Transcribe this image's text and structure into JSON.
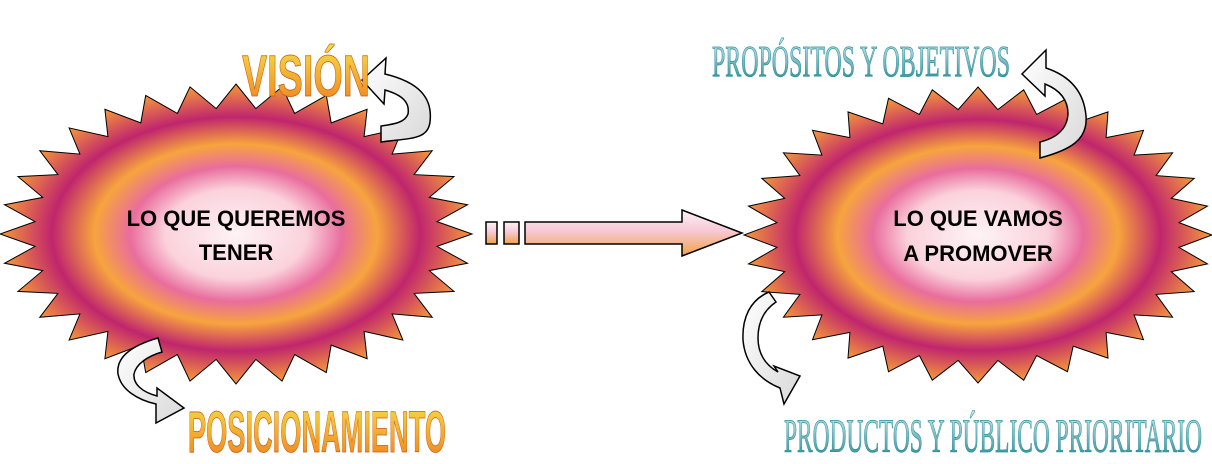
{
  "left_burst": {
    "line1": "LO QUE QUEREMOS",
    "line2": "TENER"
  },
  "right_burst": {
    "line1": "LO QUE VAMOS",
    "line2": "A PROMOVER"
  },
  "labels": {
    "vision": "VISIÓN",
    "posicionamiento": "POSICIONAMIENTO",
    "propositos": "PROPÓSITOS Y OBJETIVOS",
    "productos": "PRODUCTOS Y PÚBLICO PRIORITARIO"
  },
  "colors": {
    "burst_center": "#fdf0f4",
    "burst_mid": "#f7a03c",
    "burst_edge": "#b01e66",
    "wordart_orange_top": "#f4d03a",
    "wordart_orange_bottom": "#f07d1a",
    "wordart_teal_top": "#c7e9f4",
    "wordart_teal_bottom": "#2a8f9a",
    "arrow_fill_light": "#fce9ef",
    "arrow_fill_dark": "#f3a147"
  },
  "icons": {
    "main_arrow": "right-arrow-icon",
    "curved_arrow": "curved-arrow-icon"
  }
}
